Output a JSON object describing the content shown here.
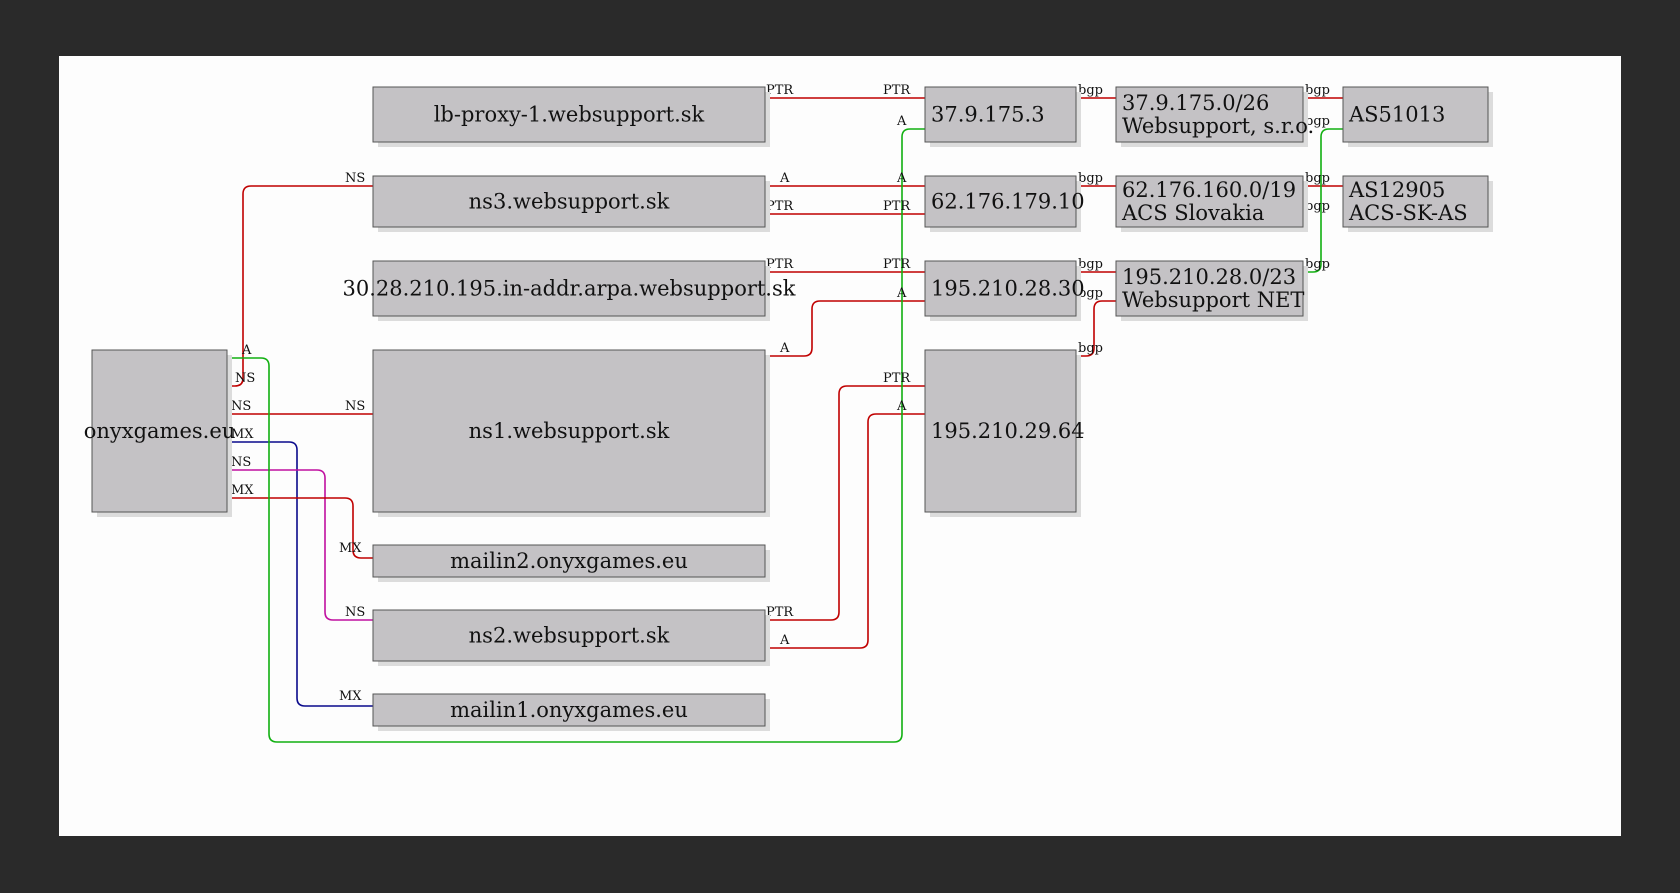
{
  "diagram": {
    "colors": {
      "red": "#c00000",
      "green": "#11b011",
      "blue": "#0a0a8c",
      "magenta": "#c010a0"
    },
    "nodes": {
      "onyx": {
        "lines": [
          "onyxgames.eu"
        ]
      },
      "lbproxy": {
        "lines": [
          "lb-proxy-1.websupport.sk"
        ]
      },
      "ns3": {
        "lines": [
          "ns3.websupport.sk"
        ]
      },
      "arpa": {
        "lines": [
          "30.28.210.195.in-addr.arpa.websupport.sk"
        ]
      },
      "ns1": {
        "lines": [
          "ns1.websupport.sk"
        ]
      },
      "mailin2": {
        "lines": [
          "mailin2.onyxgames.eu"
        ]
      },
      "ns2": {
        "lines": [
          "ns2.websupport.sk"
        ]
      },
      "mailin1": {
        "lines": [
          "mailin1.onyxgames.eu"
        ]
      },
      "ip1": {
        "lines": [
          "37.9.175.3"
        ]
      },
      "ip2": {
        "lines": [
          "62.176.179.10"
        ]
      },
      "ip3": {
        "lines": [
          "195.210.28.30"
        ]
      },
      "ip4": {
        "lines": [
          "195.210.29.64"
        ]
      },
      "net1": {
        "lines": [
          "37.9.175.0/26",
          "Websupport, s.r.o."
        ]
      },
      "net2": {
        "lines": [
          "62.176.160.0/19",
          "ACS Slovakia"
        ]
      },
      "net3": {
        "lines": [
          "195.210.28.0/23",
          "Websupport NET"
        ]
      },
      "as1": {
        "lines": [
          "AS51013"
        ]
      },
      "as2": {
        "lines": [
          "AS12905",
          "ACS-SK-AS"
        ]
      }
    },
    "edge_labels": {
      "ns": "NS",
      "mx": "MX",
      "a": "A",
      "ptr": "PTR",
      "bgp": "bgp"
    }
  }
}
